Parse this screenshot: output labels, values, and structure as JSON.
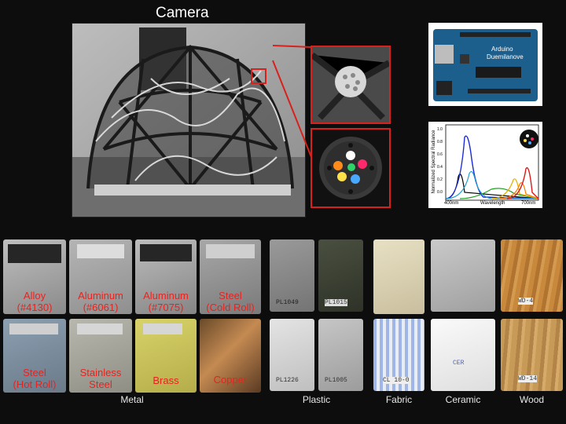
{
  "title": "Camera",
  "arduino": {
    "brand": "Arduino",
    "model": "Duemilanove"
  },
  "spectrum": {
    "ylabel": "Normalized Spectral Radiance",
    "xlabel": "Wavelength",
    "xmin_label": "400nm",
    "xmax_label": "700nm",
    "yticks": [
      "1.0",
      "0.8",
      "0.6",
      "0.4",
      "0.2",
      "0.0"
    ]
  },
  "metal": {
    "category": "Metal",
    "top": [
      {
        "l1": "Alloy",
        "l2": "(#4130)"
      },
      {
        "l1": "Aluminum",
        "l2": "(#6061)"
      },
      {
        "l1": "Aluminum",
        "l2": "(#7075)"
      },
      {
        "l1": "Steel",
        "l2": "(Cold Roll)"
      }
    ],
    "bottom": [
      {
        "l1": "Steel",
        "l2": "(Hot Roll)"
      },
      {
        "l1": "Stainless",
        "l2": "Steel"
      },
      {
        "l1": "Brass",
        "l2": ""
      },
      {
        "l1": "Copper",
        "l2": ""
      }
    ]
  },
  "plastic": {
    "category": "Plastic",
    "notes": [
      "PL1049",
      "PL1015",
      "PL1226",
      "PL1005"
    ]
  },
  "fabric": {
    "category": "Fabric",
    "notes": [
      "CL 10-0"
    ]
  },
  "ceramic": {
    "category": "Ceramic",
    "notes": [
      "CER"
    ]
  },
  "wood": {
    "category": "Wood",
    "notes": [
      "WD-4",
      "WD-14"
    ]
  },
  "colors": {
    "accent": "#e8231f",
    "background": "#0d0d0d"
  }
}
